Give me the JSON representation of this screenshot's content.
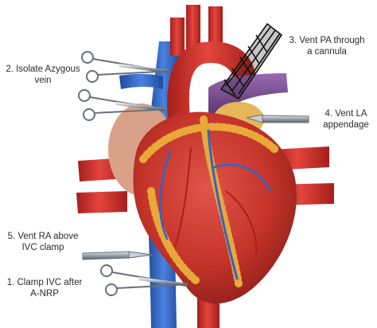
{
  "colors": {
    "aorta": "#cc2a26",
    "vena_cava": "#2f64c6",
    "pulmonary_artery": "#7a4d8f",
    "fat": "#e8a83a",
    "myocardium": "#c4342a",
    "instrument": "#9aa0a8"
  },
  "labels": {
    "step2": {
      "line1": "2. Isolate Azygous",
      "line2": "vein"
    },
    "step3": {
      "line1": "3. Vent PA through",
      "line2": "a cannula"
    },
    "step4": {
      "line1": "4. Vent LA",
      "line2": "appendage"
    },
    "step5": {
      "line1": "5. Vent RA above",
      "line2": "IVC clamp"
    },
    "step1": {
      "line1": "1. Clamp IVC after",
      "line2": "A-NRP"
    }
  },
  "icons": [
    "heart-illustration",
    "clamp-icon",
    "scalpel-icon",
    "cannula-mesh-icon"
  ]
}
